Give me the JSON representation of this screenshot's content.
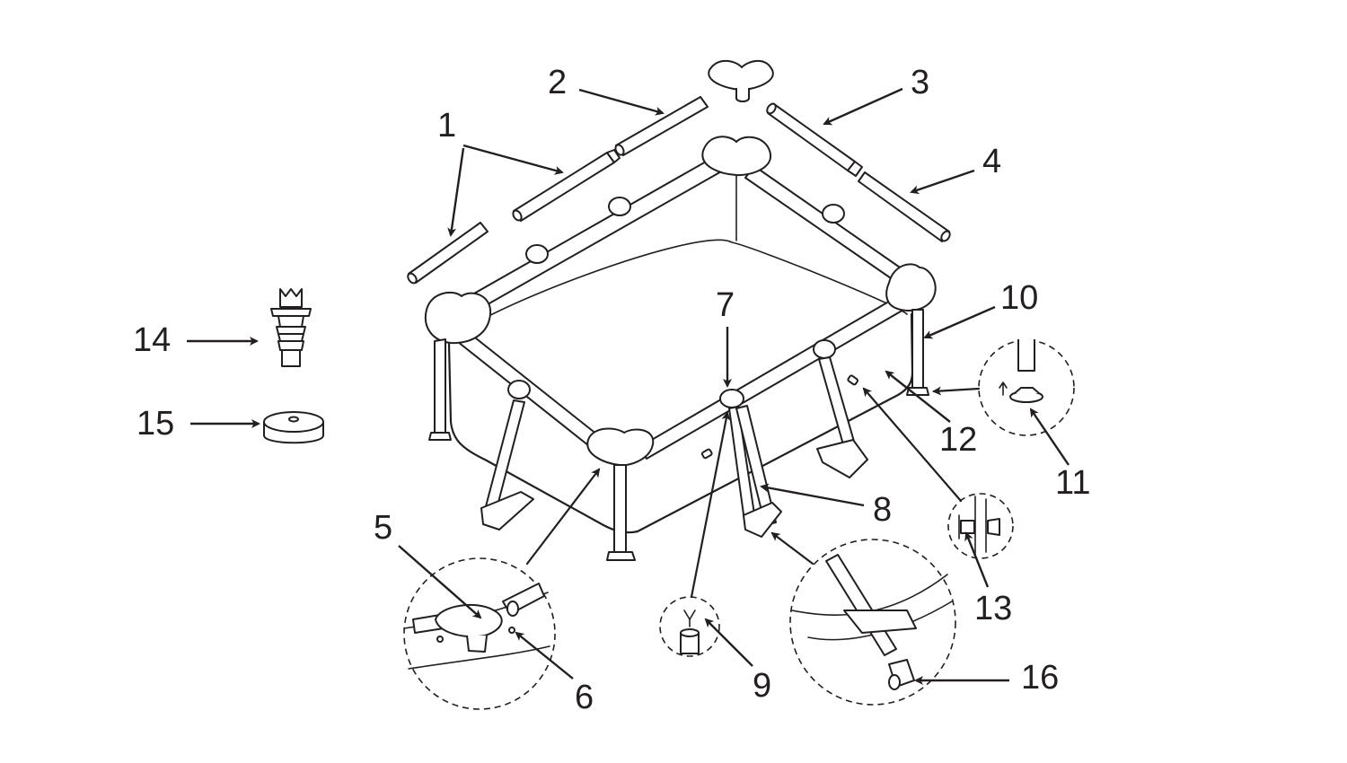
{
  "callouts": [
    {
      "id": "1",
      "text": "1"
    },
    {
      "id": "2",
      "text": "2"
    },
    {
      "id": "3",
      "text": "3"
    },
    {
      "id": "4",
      "text": "4"
    },
    {
      "id": "5",
      "text": "5"
    },
    {
      "id": "6",
      "text": "6"
    },
    {
      "id": "7",
      "text": "7"
    },
    {
      "id": "8",
      "text": "8"
    },
    {
      "id": "9",
      "text": "9"
    },
    {
      "id": "10",
      "text": "10"
    },
    {
      "id": "11",
      "text": "11"
    },
    {
      "id": "12",
      "text": "12"
    },
    {
      "id": "13",
      "text": "13"
    },
    {
      "id": "14",
      "text": "14"
    },
    {
      "id": "15",
      "text": "15"
    },
    {
      "id": "16",
      "text": "16"
    }
  ],
  "colors": {
    "ink": "#231f20",
    "paper": "#ffffff"
  }
}
